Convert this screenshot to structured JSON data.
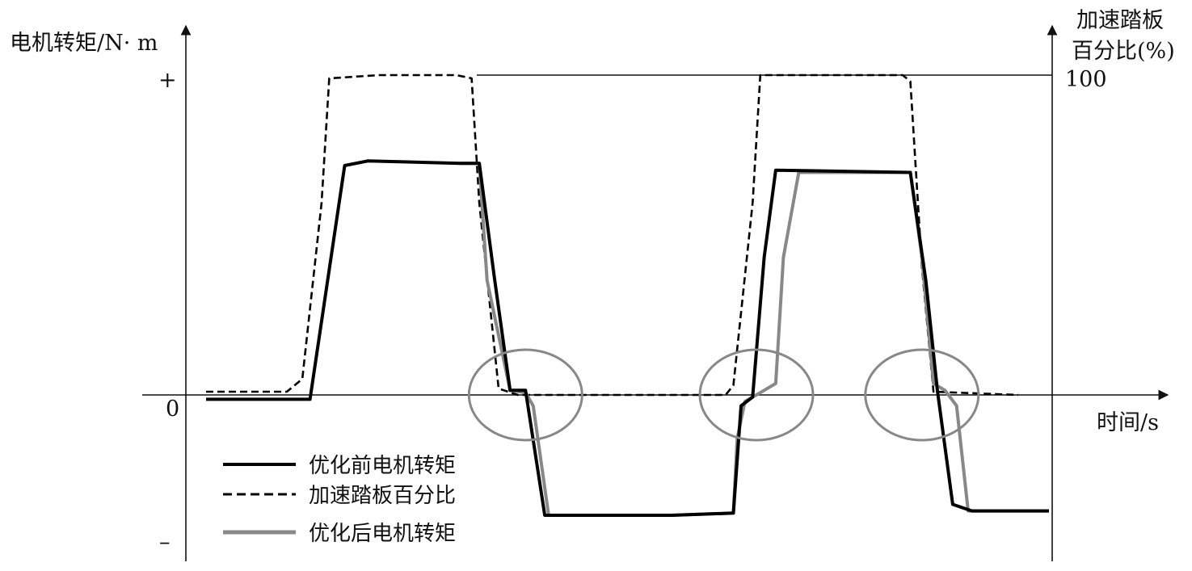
{
  "chart_data": {
    "type": "line",
    "ylabel_left": "电机转矩/N· m",
    "ylabel_right_line1": "加速踏板",
    "ylabel_right_line2": "百分比(%)",
    "xlabel": "时间/s",
    "left_ticks": {
      "plus": "+",
      "zero": "0",
      "minus": "–"
    },
    "right_ticks": {
      "hundred": "100"
    },
    "grid": false,
    "legend_position": "bottom-left",
    "series": [
      {
        "key": "before",
        "name": "优化前电机转矩",
        "color": "#000000",
        "style": "solid",
        "axis": "left",
        "x": [
          2.45,
          3.8,
          4.25,
          4.55,
          5.75,
          6.0,
          6.2,
          6.4,
          6.6,
          6.85,
          8.5,
          9.3,
          9.4,
          9.55,
          9.7,
          9.85,
          11.6,
          11.8,
          11.95,
          12.15,
          12.4,
          13.4
        ],
        "y": [
          -0.02,
          -0.02,
          1.0,
          1.02,
          1.01,
          1.01,
          0.5,
          0.02,
          0.02,
          -0.55,
          -0.55,
          -0.54,
          -0.05,
          -0.01,
          0.6,
          0.98,
          0.97,
          0.5,
          0.02,
          -0.5,
          -0.53,
          -0.53
        ]
      },
      {
        "key": "pedal",
        "name": "加速踏板百分比",
        "color": "#000000",
        "style": "dashed",
        "axis": "right",
        "x": [
          2.45,
          3.5,
          3.7,
          3.95,
          4.05,
          4.7,
          5.7,
          5.9,
          6.0,
          6.25,
          6.5,
          9.2,
          9.3,
          9.55,
          9.65,
          11.5,
          11.6,
          11.75,
          11.9,
          13.0
        ],
        "y": [
          1,
          1,
          5,
          60,
          99,
          100,
          100,
          99,
          60,
          2,
          0,
          0,
          3,
          60,
          100,
          100,
          98,
          40,
          1,
          0
        ]
      },
      {
        "key": "after",
        "name": "优化后电机转矩",
        "color": "#888888",
        "style": "solid",
        "axis": "left",
        "x": [
          5.75,
          6.0,
          6.1,
          6.4,
          6.6,
          6.7,
          6.9,
          8.5,
          9.3,
          9.35,
          9.45,
          9.65,
          9.85,
          9.95,
          10.15,
          11.6,
          11.75,
          11.9,
          12.05,
          12.2,
          12.35,
          13.4
        ],
        "y": [
          1.01,
          1.01,
          0.5,
          0.02,
          0.01,
          -0.05,
          -0.55,
          -0.55,
          -0.54,
          -0.2,
          -0.03,
          0.01,
          0.05,
          0.6,
          0.97,
          0.97,
          0.6,
          0.05,
          0.02,
          -0.05,
          -0.53,
          -0.53
        ]
      }
    ],
    "annotations": [
      {
        "type": "circle",
        "x": 6.6,
        "y": 0.0
      },
      {
        "type": "circle",
        "x": 9.6,
        "y": 0.0
      },
      {
        "type": "circle",
        "x": 11.75,
        "y": 0.0
      }
    ]
  }
}
